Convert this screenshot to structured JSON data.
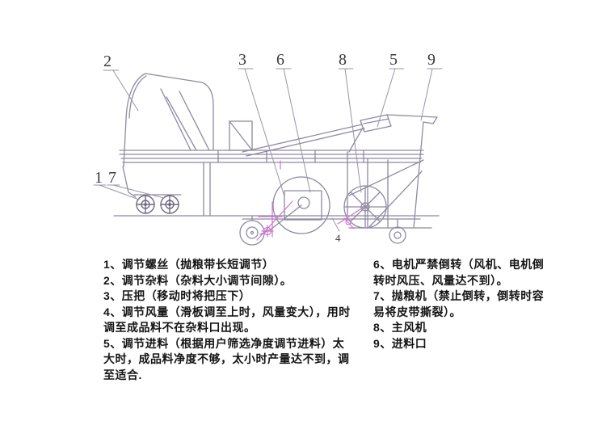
{
  "diagram": {
    "callouts": {
      "top": [
        "2",
        "3",
        "6",
        "8",
        "5",
        "9"
      ],
      "left": [
        "1",
        "7"
      ],
      "inner": [
        "4"
      ]
    },
    "colors": {
      "line": "#8f89a2",
      "dark_line": "#6e6880",
      "accent": "#cf76cf",
      "leader": "#9a93a8",
      "number": "#3a3a3a"
    }
  },
  "legend": {
    "left": [
      "1、调节螺丝（抛粮带长短调节）",
      "2、调节杂料（杂料大小调节间隙）。",
      "3、压把（移动时将把压下）",
      "4、调节风量（滑板调至上时，风量变大），用时调至成品料不在杂料口出现。",
      "5、调节进料（根据用户筛选净度调节进料）太大时，成品料净度不够，太小时产量达不到，调至适合."
    ],
    "right": [
      "6、电机严禁倒转（风机、电机倒转时风压、风量达不到）。",
      "7、抛粮机（禁止倒转，倒转时容易将皮带撕裂）。",
      "8、主风机",
      "9、进料口"
    ]
  }
}
